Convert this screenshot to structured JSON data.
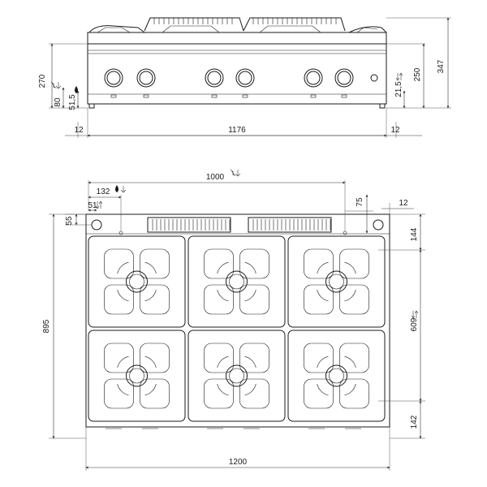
{
  "front_view": {
    "dimensions": {
      "height_270": "270",
      "gas_80": "80",
      "water_51_5": "51,5",
      "height_250": "250",
      "height_347": "347",
      "drain_21_5": "21,5",
      "left_12": "12",
      "width_1176": "1176",
      "right_12": "12"
    },
    "knob_count": 6
  },
  "top_view": {
    "dimensions": {
      "elec_1000": "1000",
      "water_132": "132",
      "gas_51": "51",
      "offset_55": "55",
      "back_75": "75",
      "right_12": "12",
      "depth_895": "895",
      "front_144": "144",
      "mid_609": "609",
      "rear_142": "142",
      "width_1200": "1200"
    },
    "burner_count": 6
  },
  "icons": {
    "electric": "electric-connection-icon",
    "gas": "gas-connection-icon",
    "water": "water-connection-icon"
  }
}
